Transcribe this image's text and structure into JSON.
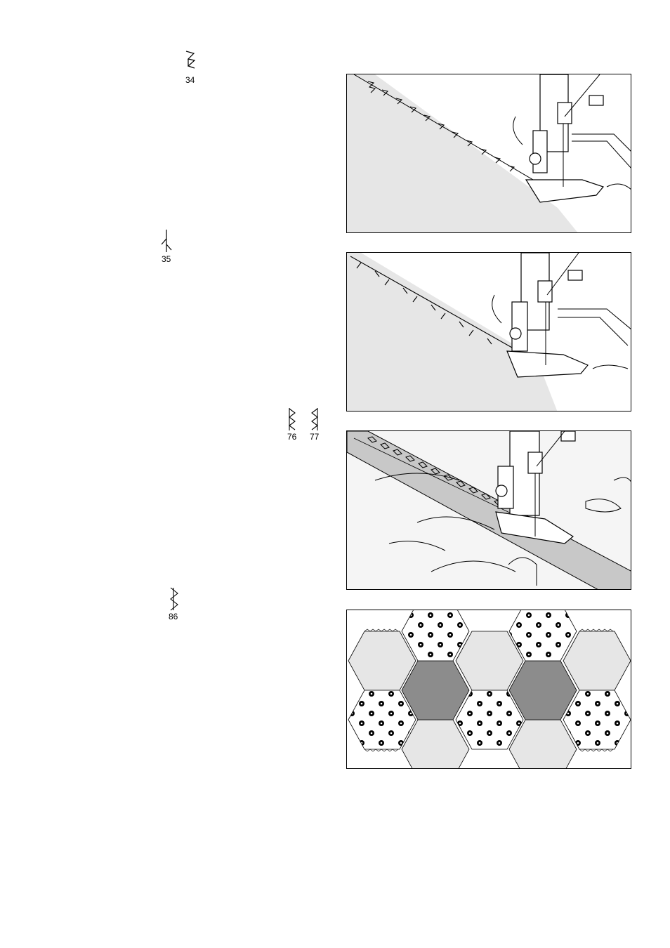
{
  "stitches": [
    {
      "id": "s34",
      "number": "34",
      "icon": "triangle-stitch-icon"
    },
    {
      "id": "s35",
      "number": "35",
      "icon": "feather-stitch-icon"
    },
    {
      "id": "s76",
      "number": "76",
      "icon": "diamond-chain-stitch-icon"
    },
    {
      "id": "s77",
      "number": "77",
      "icon": "diamond-chain-stitch-icon"
    },
    {
      "id": "s86",
      "number": "86",
      "icon": "zigzag-joining-stitch-icon"
    }
  ],
  "illustrations": [
    {
      "id": "fig1",
      "icon": "sewing-foot-triangle-stitch-illustration"
    },
    {
      "id": "fig2",
      "icon": "sewing-foot-feather-stitch-illustration"
    },
    {
      "id": "fig3",
      "icon": "sewing-foot-ribbon-diamond-stitch-illustration"
    },
    {
      "id": "fig4",
      "icon": "hexagon-patchwork-illustration"
    }
  ],
  "colors": {
    "fabric_light": "#e6e6e6",
    "fabric_mid": "#c8c8c8",
    "fabric_dark": "#8c8c8c",
    "line": "#000000"
  }
}
